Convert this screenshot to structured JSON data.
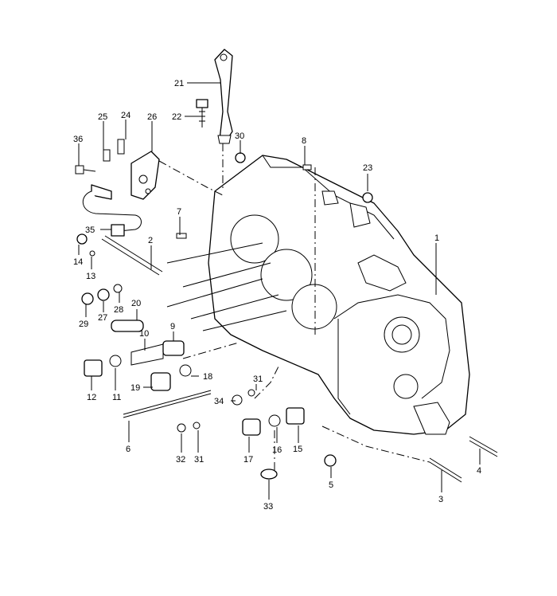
{
  "callouts": [
    {
      "id": "c1",
      "label": "1"
    },
    {
      "id": "c2",
      "label": "2"
    },
    {
      "id": "c3",
      "label": "3"
    },
    {
      "id": "c4",
      "label": "4"
    },
    {
      "id": "c5",
      "label": "5"
    },
    {
      "id": "c6",
      "label": "6"
    },
    {
      "id": "c7",
      "label": "7"
    },
    {
      "id": "c8",
      "label": "8"
    },
    {
      "id": "c9",
      "label": "9"
    },
    {
      "id": "c10",
      "label": "10"
    },
    {
      "id": "c11",
      "label": "11"
    },
    {
      "id": "c12",
      "label": "12"
    },
    {
      "id": "c13",
      "label": "13"
    },
    {
      "id": "c14",
      "label": "14"
    },
    {
      "id": "c15",
      "label": "15"
    },
    {
      "id": "c16",
      "label": "16"
    },
    {
      "id": "c17",
      "label": "17"
    },
    {
      "id": "c18",
      "label": "18"
    },
    {
      "id": "c19",
      "label": "19"
    },
    {
      "id": "c20",
      "label": "20"
    },
    {
      "id": "c21",
      "label": "21"
    },
    {
      "id": "c22",
      "label": "22"
    },
    {
      "id": "c23",
      "label": "23"
    },
    {
      "id": "c24",
      "label": "24"
    },
    {
      "id": "c25",
      "label": "25"
    },
    {
      "id": "c26",
      "label": "26"
    },
    {
      "id": "c27",
      "label": "27"
    },
    {
      "id": "c28",
      "label": "28"
    },
    {
      "id": "c29",
      "label": "29"
    },
    {
      "id": "c30",
      "label": "30"
    },
    {
      "id": "c31a",
      "label": "31"
    },
    {
      "id": "c31b",
      "label": "31"
    },
    {
      "id": "c32",
      "label": "32"
    },
    {
      "id": "c33",
      "label": "33"
    },
    {
      "id": "c34",
      "label": "34"
    },
    {
      "id": "c35",
      "label": "35"
    },
    {
      "id": "c36",
      "label": "36"
    }
  ]
}
